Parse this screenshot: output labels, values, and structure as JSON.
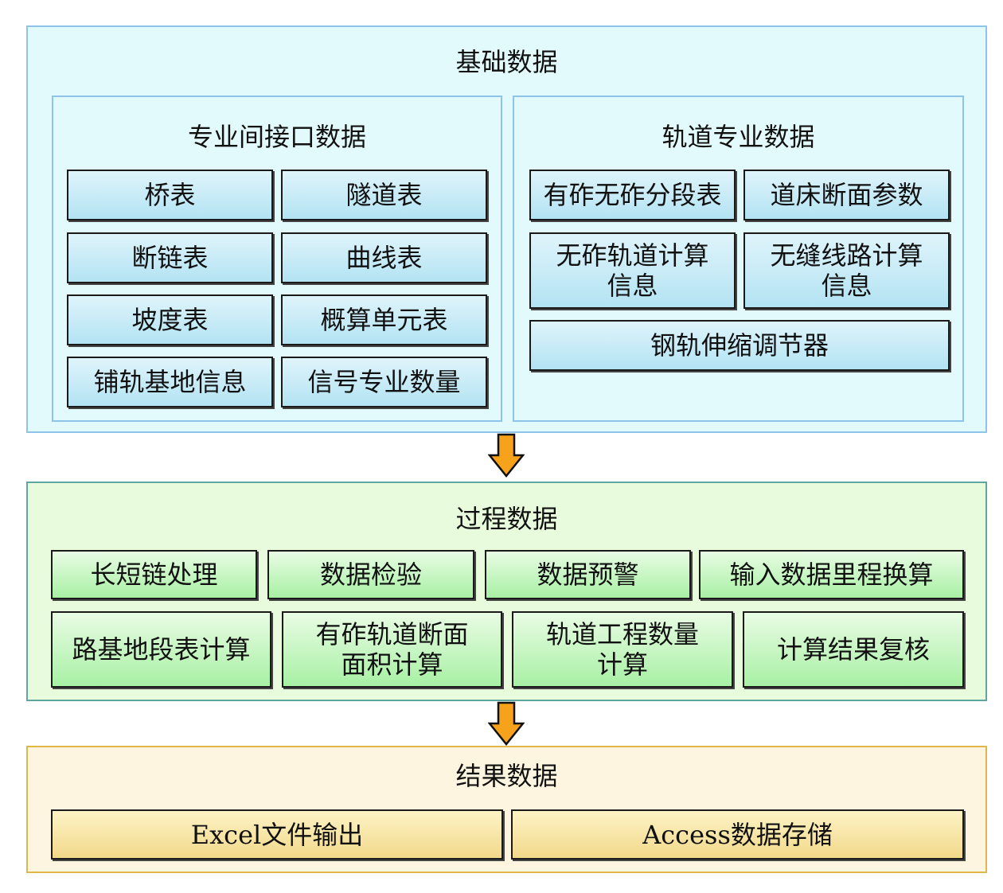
{
  "basic": {
    "title": "基础数据",
    "interface": {
      "title": "专业间接口数据",
      "items": [
        "桥表",
        "隧道表",
        "断链表",
        "曲线表",
        "坡度表",
        "概算单元表",
        "铺轨基地信息",
        "信号专业数量"
      ]
    },
    "track": {
      "title": "轨道专业数据",
      "items": [
        "有砟无砟分段表",
        "道床断面参数",
        "无砟轨道计算\n信息",
        "无缝线路计算\n信息",
        "钢轨伸缩调节器"
      ]
    }
  },
  "process": {
    "title": "过程数据",
    "row1": [
      "长短链处理",
      "数据检验",
      "数据预警",
      "输入数据里程换算"
    ],
    "row2": [
      "路基地段表计算",
      "有砟轨道断面\n面积计算",
      "轨道工程数量\n计算",
      "计算结果复核"
    ]
  },
  "result": {
    "title": "结果数据",
    "items": [
      "Excel文件输出",
      "Access数据存储"
    ]
  },
  "colors": {
    "arrow_fill": "#f7a21b",
    "basic_bg": "#e3fafc",
    "process_bg": "#e8fbdc",
    "result_bg": "#fdf5df"
  }
}
